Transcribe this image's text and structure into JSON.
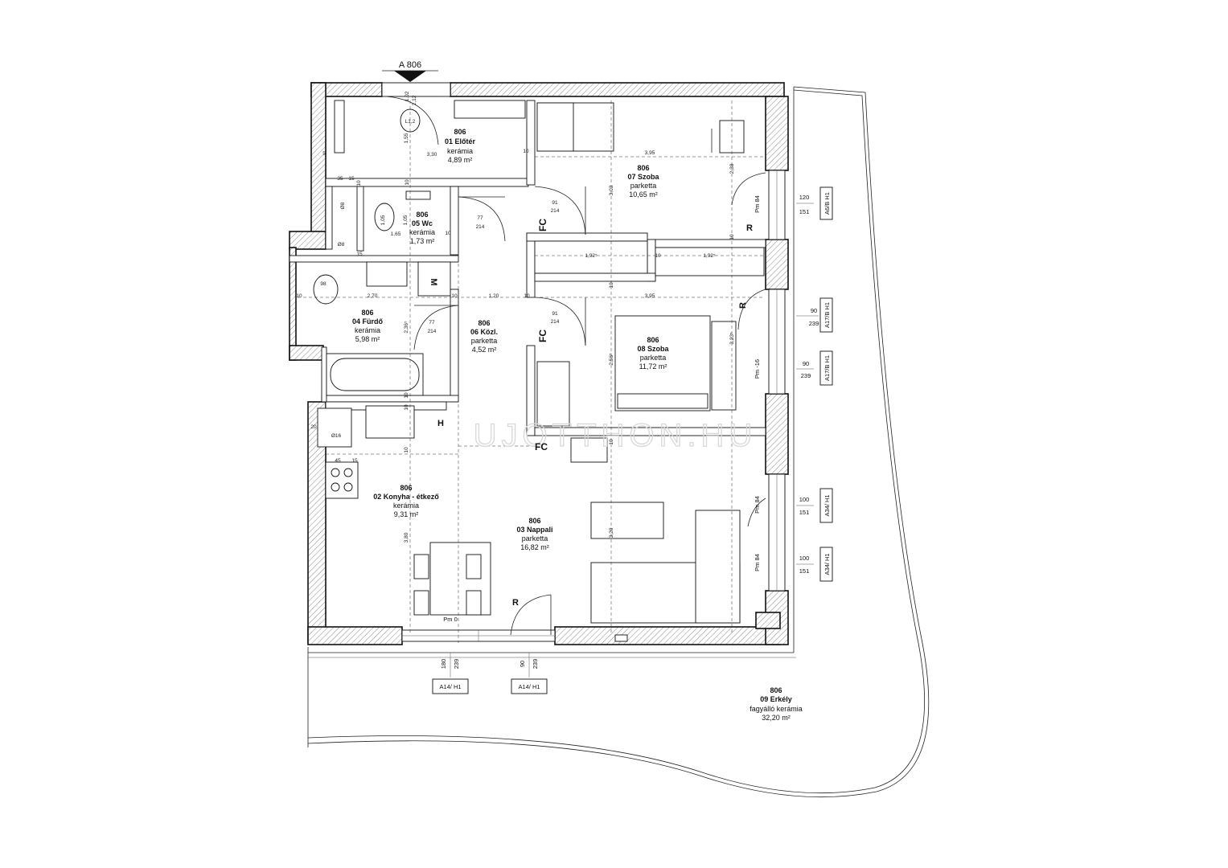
{
  "entrance_label": "A 806",
  "watermark": "UJOTTHON.HU",
  "rooms": [
    {
      "key": "eloter",
      "id": "806",
      "name": "01 Előtér",
      "material": "kerámia",
      "area": "4,89 m²"
    },
    {
      "key": "konyha",
      "id": "806",
      "name": "02 Konyha - étkező",
      "material": "kerámia",
      "area": "9,31 m²"
    },
    {
      "key": "nappali",
      "id": "806",
      "name": "03 Nappali",
      "material": "parketta",
      "area": "16,82 m²"
    },
    {
      "key": "furdo",
      "id": "806",
      "name": "04 Fürdő",
      "material": "kerámia",
      "area": "5,98 m²"
    },
    {
      "key": "wc",
      "id": "806",
      "name": "05 Wc",
      "material": "kerámia",
      "area": "1,73 m²"
    },
    {
      "key": "kozl",
      "id": "806",
      "name": "06 Közl.",
      "material": "parketta",
      "area": "4,52 m²"
    },
    {
      "key": "szoba07",
      "id": "806",
      "name": "07 Szoba",
      "material": "parketta",
      "area": "10,65 m²"
    },
    {
      "key": "szoba08",
      "id": "806",
      "name": "08 Szoba",
      "material": "parketta",
      "area": "11,72 m²"
    },
    {
      "key": "erkely",
      "id": "806",
      "name": "09 Erkély",
      "material": "fagyálló kerámia",
      "area": "32,20 m²"
    }
  ],
  "window_tags": [
    {
      "key": "a6b",
      "code": "A6/B H1",
      "width": "120",
      "height": "151"
    },
    {
      "key": "a17b1",
      "code": "A17/B H1",
      "width": "90",
      "height": "239"
    },
    {
      "key": "a17b2",
      "code": "A17/B H1",
      "width": "90",
      "height": "239"
    },
    {
      "key": "a34a",
      "code": "A34/ H1",
      "width": "100",
      "height": "151"
    },
    {
      "key": "a34b",
      "code": "A34/ H1",
      "width": "100",
      "height": "151"
    },
    {
      "key": "a14a",
      "code": "A14/ H1",
      "width": "180",
      "height": "239"
    },
    {
      "key": "a14b",
      "code": "A14/ H1",
      "width": "90",
      "height": "239"
    }
  ],
  "sill_labels": [
    "Pm 84",
    "Pm -16",
    "Pm 84",
    "Pm 84",
    "Pm 0"
  ],
  "door_dims": [
    {
      "w": "91",
      "h": "214"
    },
    {
      "w": "91",
      "h": "214"
    },
    {
      "w": "77",
      "h": "214"
    },
    {
      "w": "77",
      "h": "214"
    }
  ],
  "fc_label": "FC",
  "r_label": "R",
  "m_label": "M",
  "h_label": "H",
  "dimensions": [
    "3,30",
    "3,95",
    "3,03",
    "2,38",
    "1,92⁵",
    "1,92⁵",
    "3,95",
    "2,56⁵",
    "3,23⁵",
    "1,20",
    "2,70",
    "2,36⁵",
    "1,65",
    "1,05",
    "1,05",
    "3,80",
    "3,20",
    "1,55",
    "2,12",
    "1,02",
    "35",
    "15",
    "15",
    "10",
    "10",
    "10",
    "10",
    "10",
    "10",
    "10",
    "10",
    "10",
    "10",
    "10",
    "10",
    "10",
    "10",
    "5",
    "98",
    "45",
    "15",
    "20",
    "Ø8",
    "Ø8",
    "Ø16",
    "L1,2"
  ]
}
